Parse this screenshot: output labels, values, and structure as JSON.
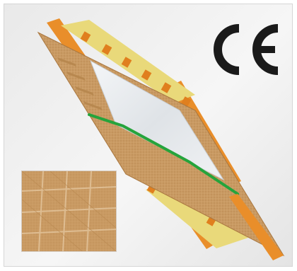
{
  "logo": {
    "text": "CE"
  },
  "icons": {
    "ce-mark": "ce-conformity-mark-icon",
    "roof-panel": "roof-insulation-cross-section-illustration",
    "swatch": "membrane-texture-swatch"
  },
  "colors": {
    "membrane": "#c99a63",
    "membrane_dark": "#a9773f",
    "insulation_yellow": "#e9d97a",
    "timber_orange": "#e98e2a",
    "foil": "#e8ebee",
    "tape_green": "#25a43c",
    "ce_black": "#1a1a1a"
  }
}
